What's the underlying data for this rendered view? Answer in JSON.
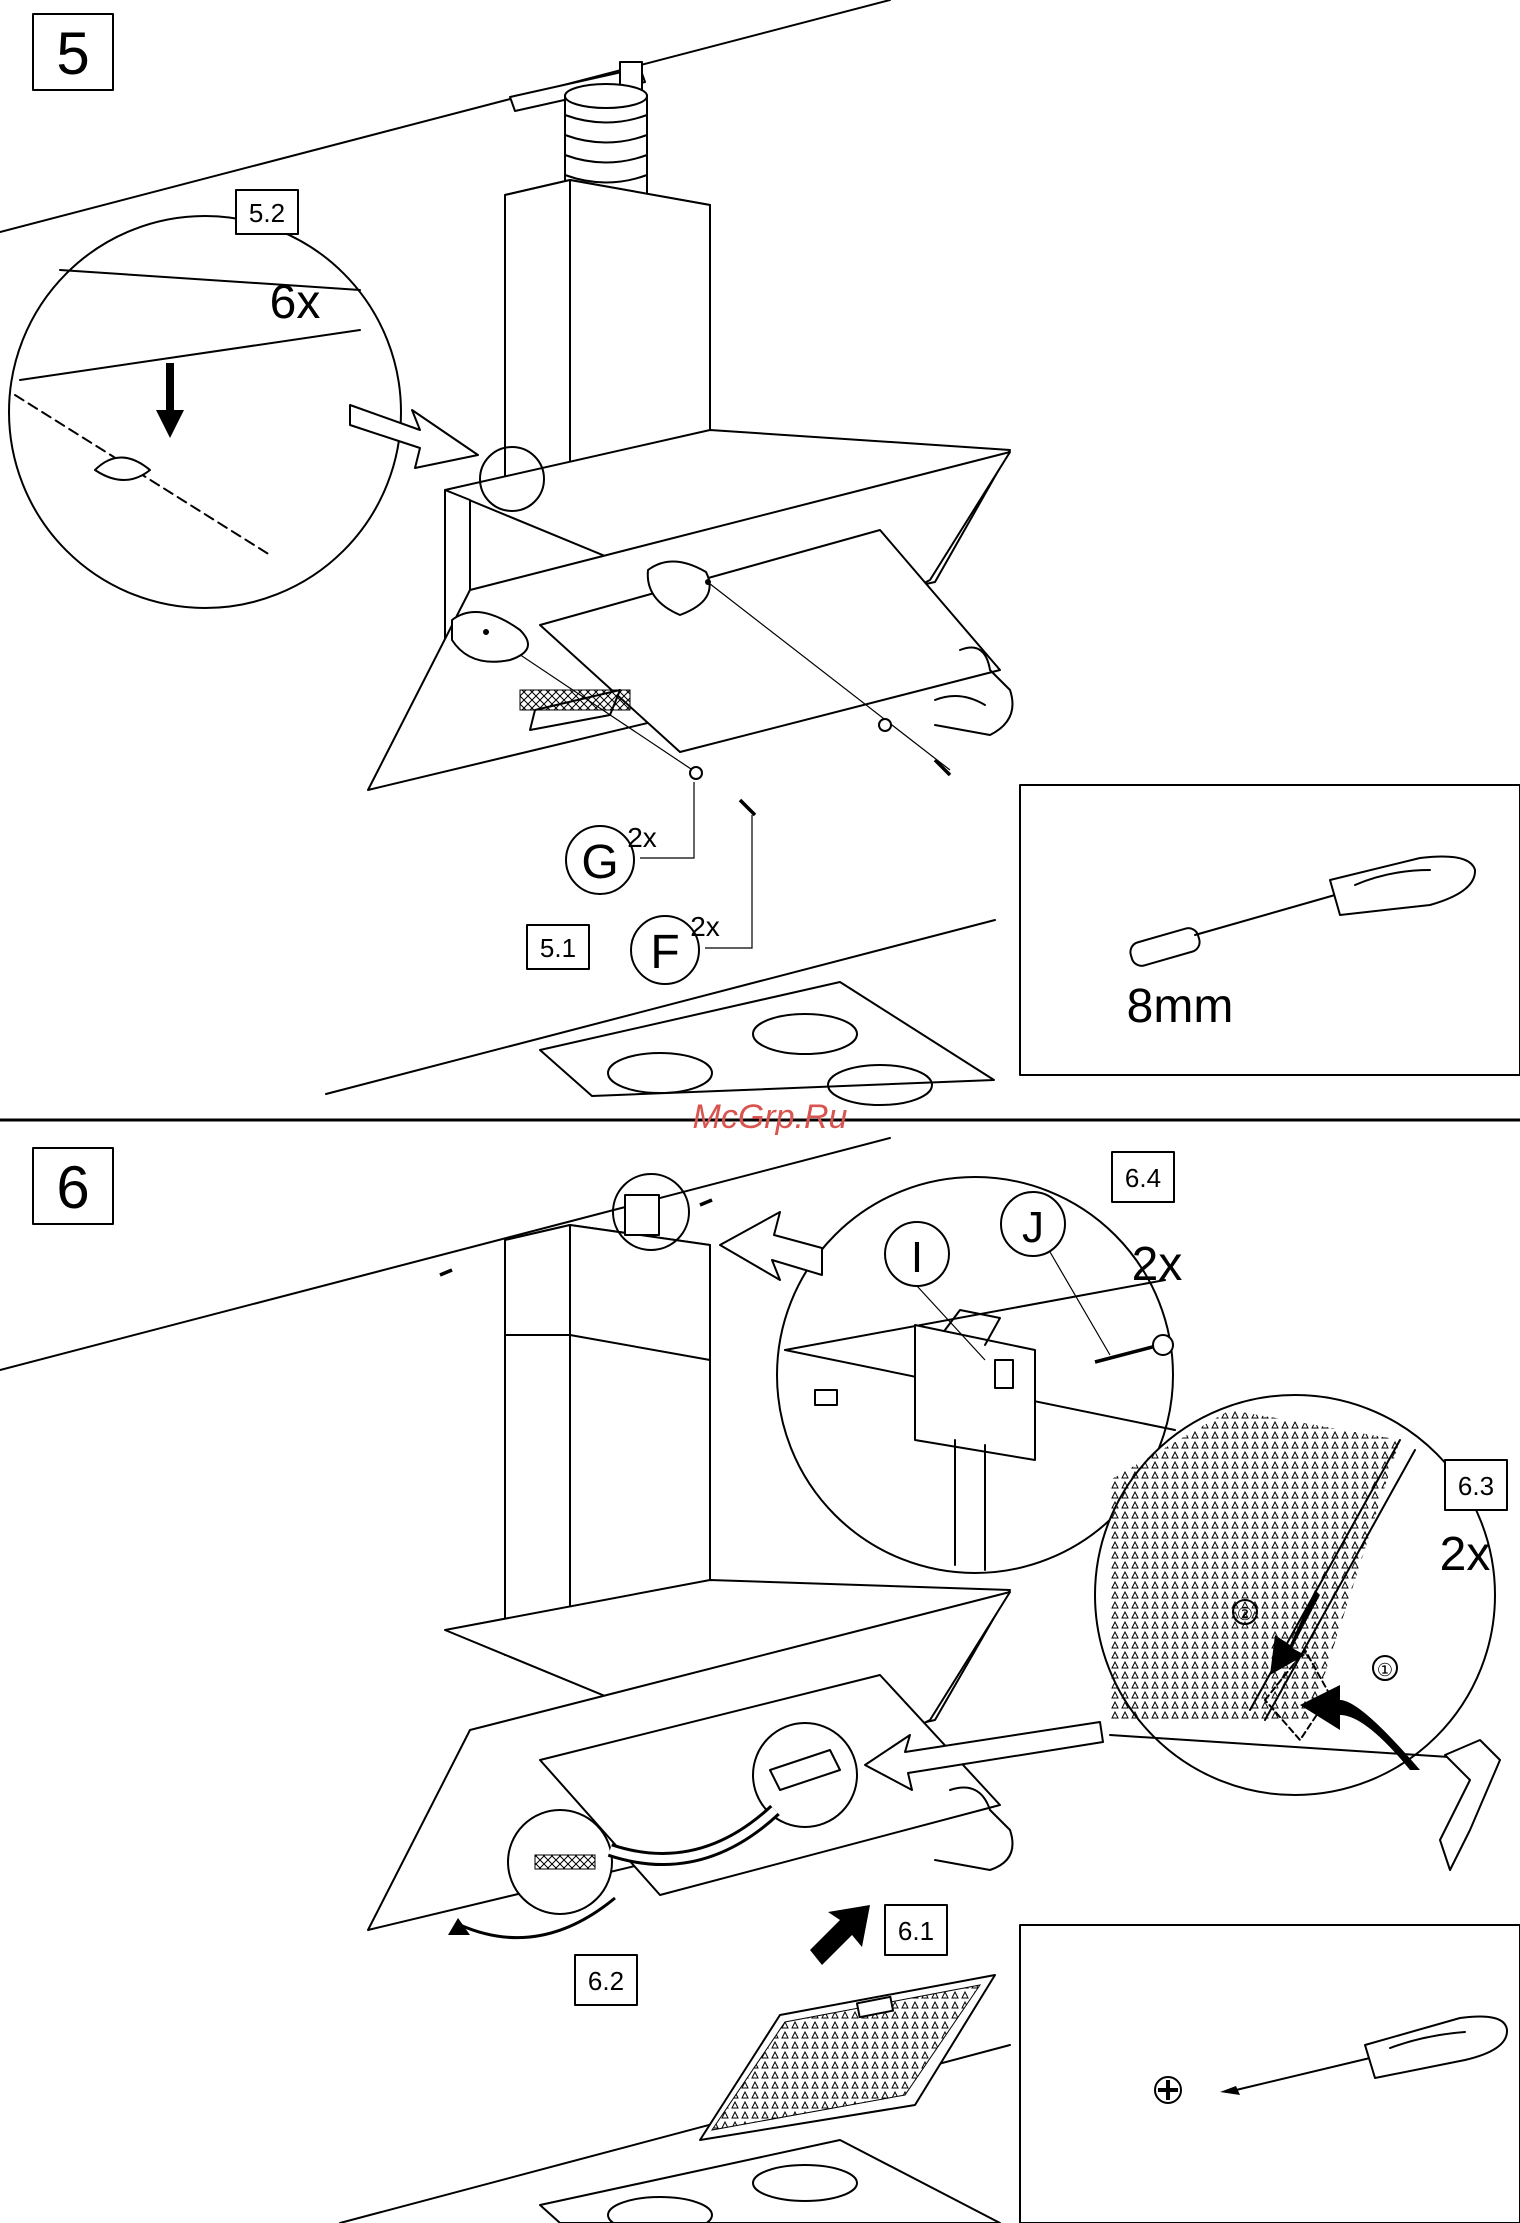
{
  "steps": {
    "step5": {
      "number": "5",
      "sub_a": "5.1",
      "sub_b": "5.2",
      "qty_detail": "6x",
      "part_g": "G",
      "part_g_qty": "2x",
      "part_f": "F",
      "part_f_qty": "2x",
      "tool_size": "8mm"
    },
    "step6": {
      "number": "6",
      "sub_a": "6.1",
      "sub_b": "6.2",
      "sub_c": "6.3",
      "sub_d": "6.4",
      "qty_c": "2x",
      "qty_d": "2x",
      "part_i": "I",
      "part_j": "J",
      "order_1": "①",
      "order_2": "②"
    }
  },
  "watermark": "McGrp.Ru",
  "icons": [
    "screwdriver-nut-driver-icon",
    "screwdriver-phillips-icon",
    "phillips-head-icon",
    "hand-icon"
  ]
}
